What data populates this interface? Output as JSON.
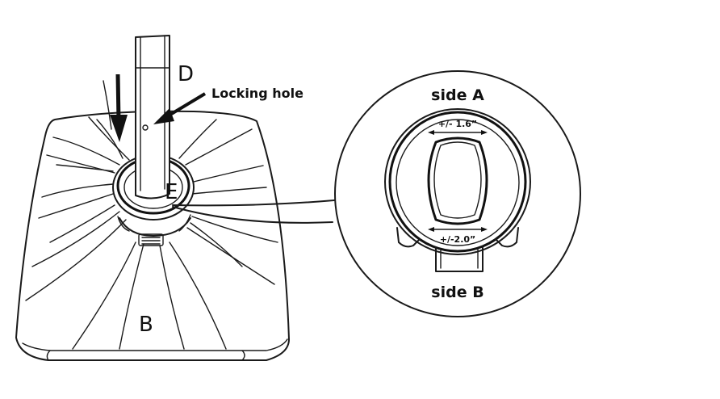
{
  "labels": {
    "part_d": "D",
    "part_e": "E",
    "part_b": "B",
    "locking_hole": "Locking hole",
    "side_a": "side A",
    "side_b": "side B",
    "dim_top": "+/- 1.6”",
    "dim_bottom": "+/-2.0”"
  },
  "icons": {
    "insert_arrow": "down-arrow-icon",
    "pointer_arrow": "pointer-arrow-icon"
  },
  "colors": {
    "line": "#1a1a1a",
    "background": "#ffffff"
  }
}
